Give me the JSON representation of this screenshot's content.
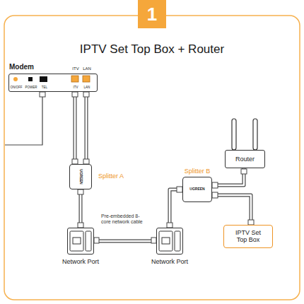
{
  "diagram": {
    "title": "IPTV Set Top Box + Router",
    "nodes": [
      {
        "text": [
          "Modem",
          "ITV",
          "LAN",
          "ON/OFF",
          "POWER",
          "TEL",
          "ITV",
          "LAN"
        ]
      },
      {
        "text": [
          "UGREEN",
          "Splitter A"
        ]
      },
      {
        "text": [
          "Network Port"
        ]
      },
      {
        "text": [
          "Network Port"
        ]
      },
      {
        "text": [
          "Splitter B",
          "UGREEN"
        ]
      },
      {
        "text": [
          "Router"
        ]
      },
      {
        "text": [
          "IPTV Set Top Box"
        ]
      }
    ],
    "edges": [
      {
        "from": 0,
        "to": 1,
        "arrow": "none"
      },
      {
        "from": 1,
        "to": 2,
        "arrow": "none"
      },
      {
        "from": 2,
        "to": 3,
        "arrow": "none",
        "label": "Pre-embedded 8-core network cable"
      },
      {
        "from": 3,
        "to": 4,
        "arrow": "none"
      },
      {
        "from": 4,
        "to": 5,
        "arrow": "none"
      },
      {
        "from": 4,
        "to": 6,
        "arrow": "none"
      }
    ],
    "labels": [
      "1"
    ]
  }
}
